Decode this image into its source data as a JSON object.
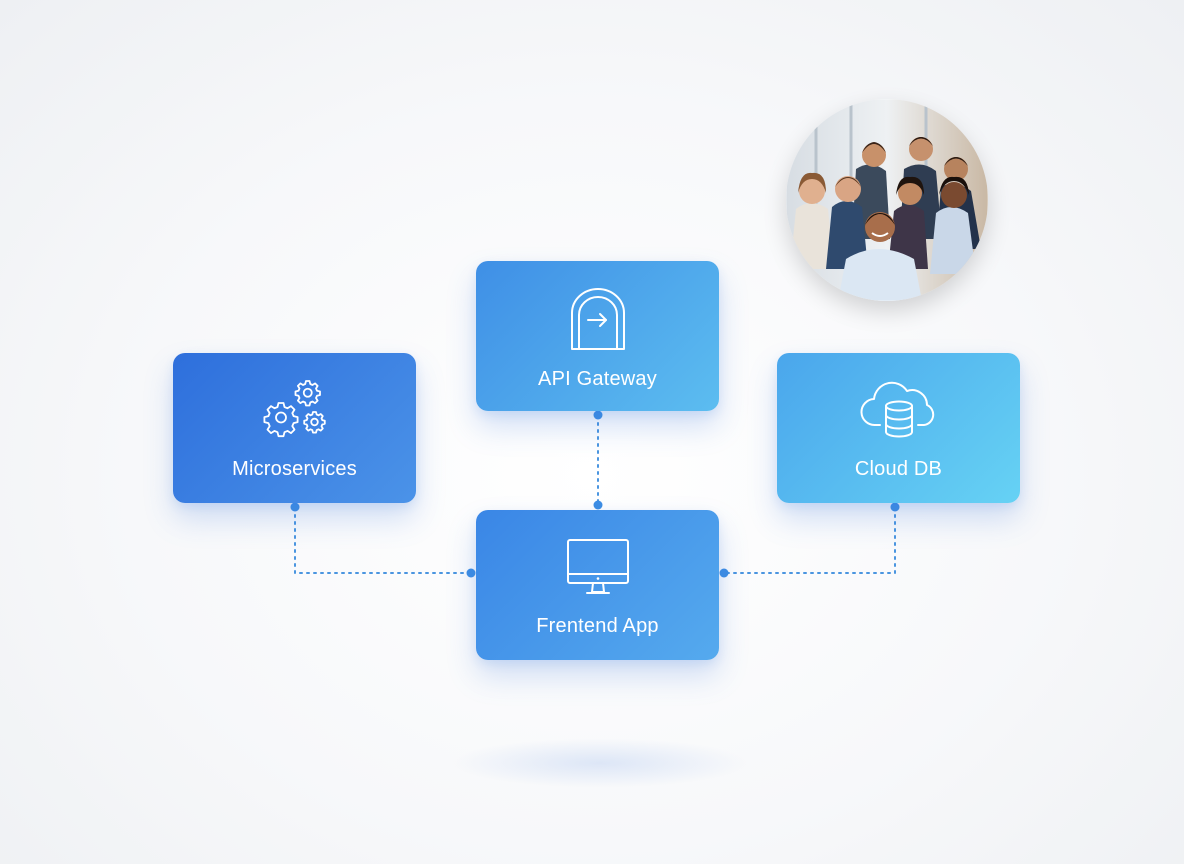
{
  "diagram": {
    "nodes": {
      "api_gateway": {
        "label": "API Gateway",
        "icon": "gateway-door-arrow-icon"
      },
      "microservices": {
        "label": "Microservices",
        "icon": "gears-icon"
      },
      "cloud_db": {
        "label": "Cloud DB",
        "icon": "cloud-database-icon"
      },
      "frontend_app": {
        "label": "Frentend App",
        "icon": "monitor-icon"
      }
    },
    "connections": [
      {
        "from": "api_gateway",
        "to": "frontend_app",
        "style": "dotted"
      },
      {
        "from": "microservices",
        "to": "frontend_app",
        "style": "dotted"
      },
      {
        "from": "cloud_db",
        "to": "frontend_app",
        "style": "dotted"
      }
    ],
    "team_photo": {
      "icon": "team-group-photo"
    },
    "colors": {
      "connector": "#4a95e0",
      "card_dark": "#2e6fdc",
      "card_light": "#66d2f4",
      "background": "#f7f8fa"
    }
  }
}
